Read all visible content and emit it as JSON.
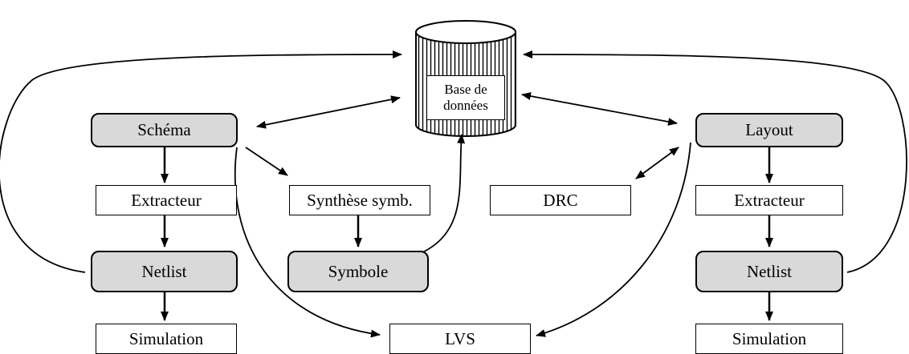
{
  "database": {
    "label_line1": "Base de",
    "label_line2": "données"
  },
  "nodes": {
    "schema": "Schéma",
    "layout": "Layout",
    "extracteur_left": "Extracteur",
    "synthese": "Synthèse symb.",
    "drc": "DRC",
    "extracteur_right": "Extracteur",
    "netlist_left": "Netlist",
    "symbole": "Symbole",
    "netlist_right": "Netlist",
    "simulation_left": "Simulation",
    "lvs": "LVS",
    "simulation_right": "Simulation"
  }
}
